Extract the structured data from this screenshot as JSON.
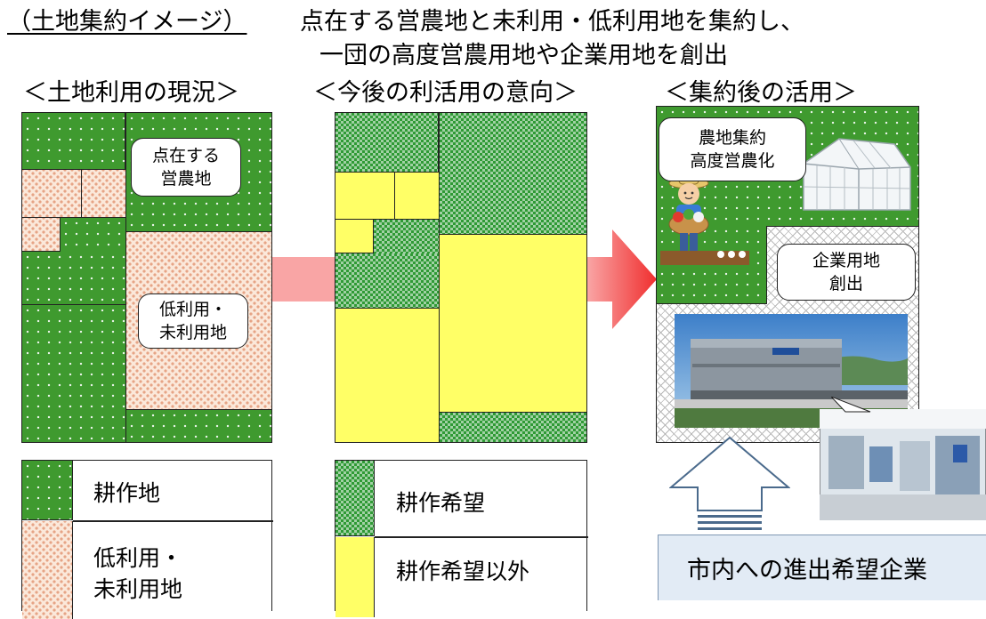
{
  "header": {
    "title": "（土地集約イメージ）",
    "line1": "点在する営農地と未利用・低利用地を集約し、",
    "line2": "一団の高度営農用地や企業用地を創出"
  },
  "panels": {
    "current": {
      "title": "＜土地利用の現況＞",
      "callout_farm": [
        "点在する",
        "営農地"
      ],
      "callout_unused": [
        "低利用・",
        "未利用地"
      ]
    },
    "intention": {
      "title": "＜今後の利活用の意向＞"
    },
    "after": {
      "title": "＜集約後の活用＞",
      "callout_farm": [
        "農地集約",
        "高度営農化"
      ],
      "callout_company": [
        "企業用地",
        "創出"
      ],
      "company_box": "市内への進出希望企業"
    }
  },
  "legend_current": [
    {
      "pattern": "green-dots",
      "label": [
        "耕作地"
      ]
    },
    {
      "pattern": "orange-bricks",
      "label": [
        "低利用・",
        "未利用地"
      ]
    }
  ],
  "legend_intention": [
    {
      "pattern": "green-check",
      "label": [
        "耕作希望"
      ]
    },
    {
      "pattern": "yellow",
      "label": [
        "耕作希望以外"
      ]
    }
  ],
  "colors": {
    "farm_green": "#3f9a2f",
    "unused_orange": "#e8a78a",
    "other_yellow": "#ffff66",
    "arrow_pink": "#f9a5a5",
    "arrow_red": "#f25050",
    "company_box_bg": "#e2ebf5"
  },
  "icons": [
    "farmer-illustration",
    "greenhouse-illustration",
    "factory-photo",
    "factory-interior-photo",
    "up-arrow"
  ]
}
